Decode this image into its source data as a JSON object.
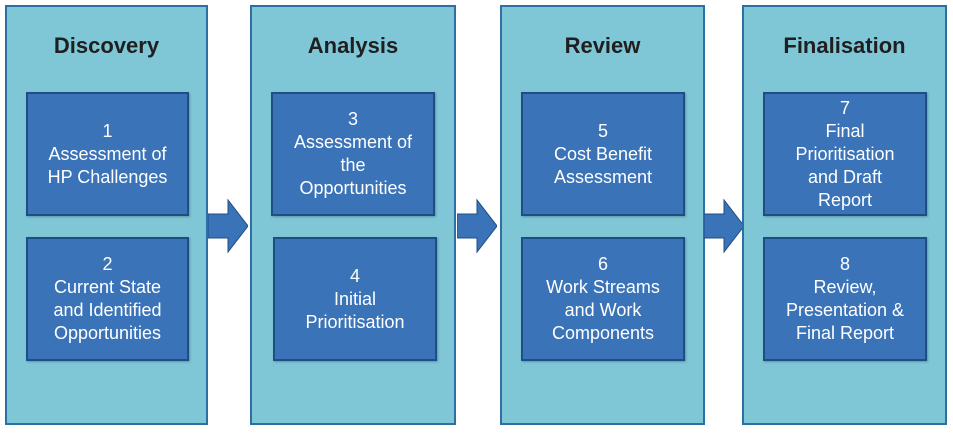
{
  "colors": {
    "phase_fill": "#7fc6d6",
    "phase_border": "#2d6fa5",
    "step_fill": "#3a73b8",
    "step_border": "#1e4f82",
    "arrow_fill": "#3a73b8"
  },
  "phases": [
    {
      "title": "Discovery",
      "steps": [
        {
          "lines": [
            "1",
            "Assessment of",
            "HP Challenges"
          ]
        },
        {
          "lines": [
            "2",
            "Current State",
            "and Identified",
            "Opportunities"
          ]
        }
      ]
    },
    {
      "title": "Analysis",
      "steps": [
        {
          "lines": [
            "3",
            "Assessment of",
            "the",
            "Opportunities"
          ]
        },
        {
          "lines": [
            "4",
            "Initial",
            "Prioritisation"
          ]
        }
      ]
    },
    {
      "title": "Review",
      "steps": [
        {
          "lines": [
            "5",
            "Cost Benefit",
            "Assessment"
          ]
        },
        {
          "lines": [
            "6",
            "Work Streams",
            "and Work",
            "Components"
          ]
        }
      ]
    },
    {
      "title": "Finalisation",
      "steps": [
        {
          "lines": [
            "7",
            "Final",
            "Prioritisation",
            "and Draft",
            "Report"
          ]
        },
        {
          "lines": [
            "8",
            "Review,",
            "Presentation &",
            "Final Report"
          ]
        }
      ]
    }
  ],
  "arrow_icon": "right-arrow-icon"
}
